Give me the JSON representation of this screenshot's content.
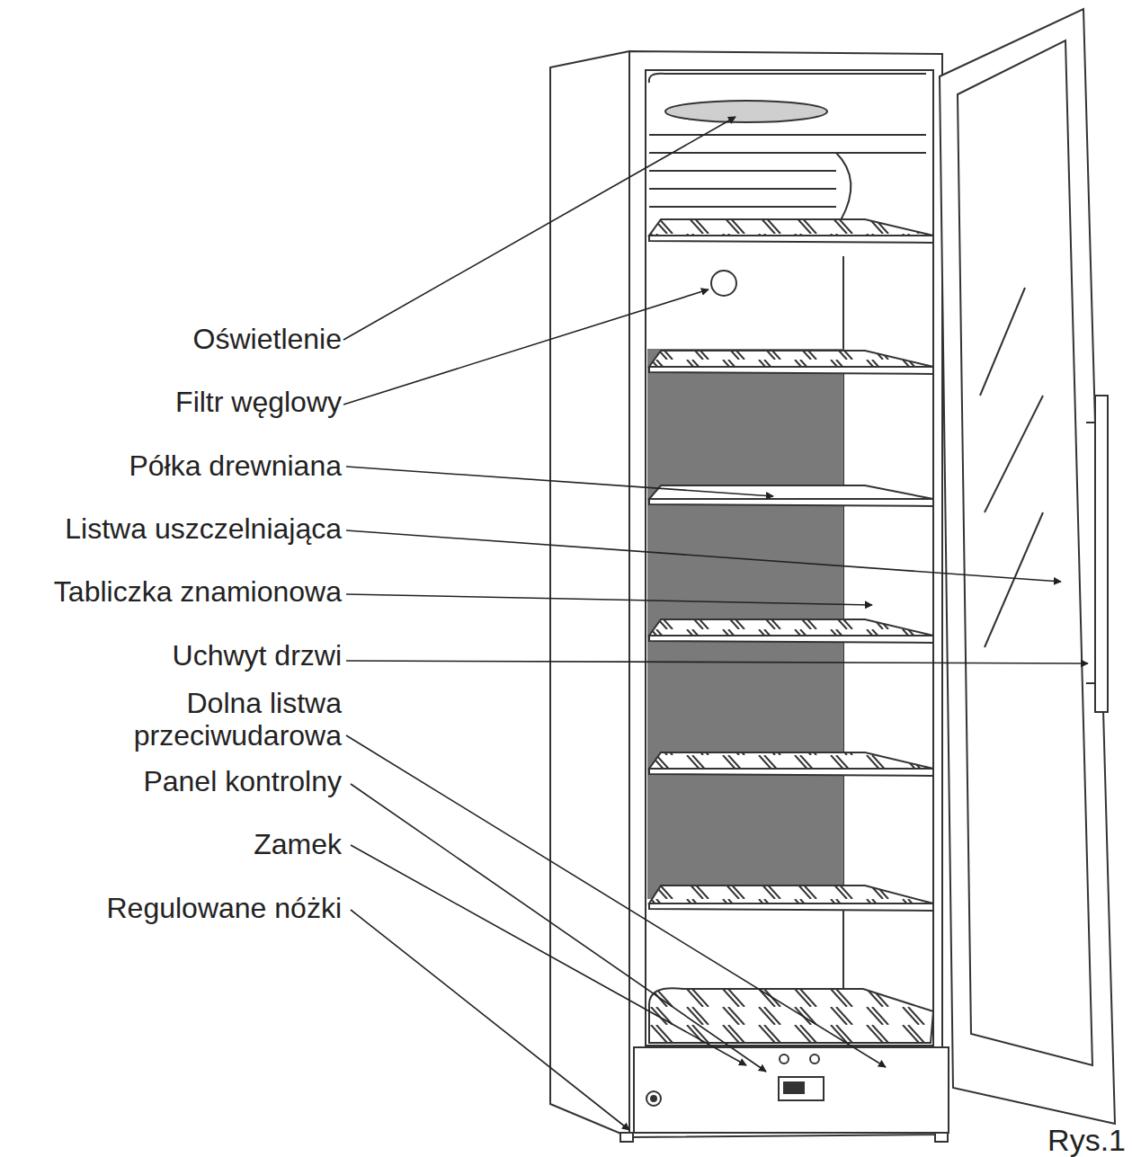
{
  "diagram": {
    "caption": "Rys.1",
    "labels": [
      "Oświetlenie",
      "Filtr węglowy",
      "Półka drewniana",
      "Listwa uszczelniająca",
      "Tabliczka znamionowa",
      "Uchwyt drzwi",
      "Dolna listwa przeciwudarowa",
      "Panel kontrolny",
      "Zamek",
      "Regulowane nóżki"
    ]
  }
}
